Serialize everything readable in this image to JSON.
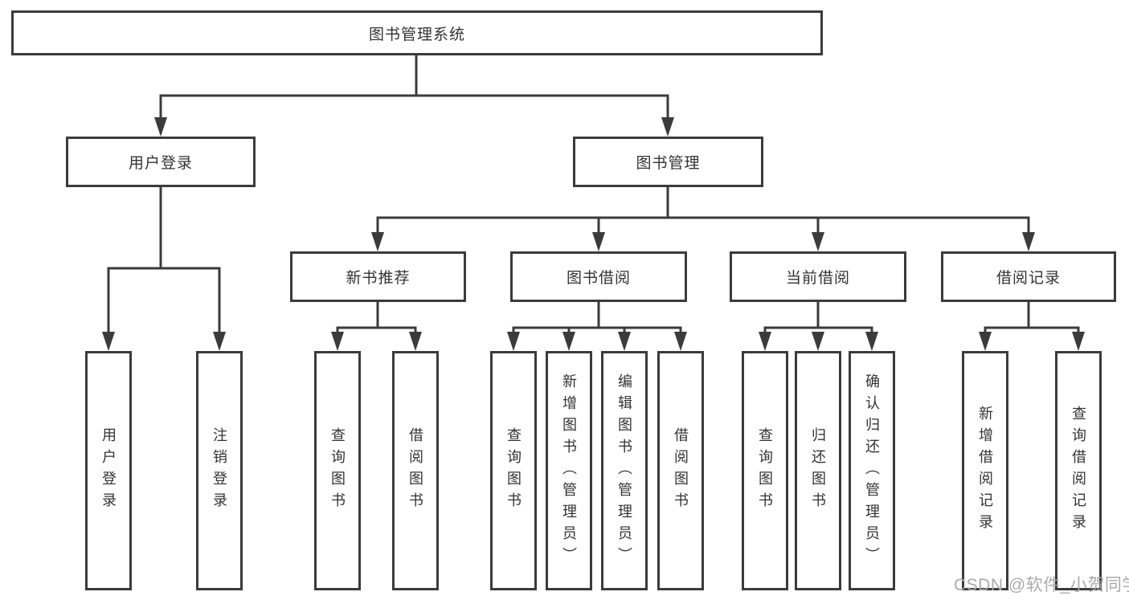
{
  "diagram": {
    "root": {
      "label": "图书管理系统"
    },
    "level2": [
      {
        "id": "user-login",
        "label": "用户登录"
      },
      {
        "id": "book-management",
        "label": "图书管理"
      }
    ],
    "level3": [
      {
        "id": "new-book-recommend",
        "label": "新书推荐"
      },
      {
        "id": "book-borrow",
        "label": "图书借阅"
      },
      {
        "id": "current-borrow",
        "label": "当前借阅"
      },
      {
        "id": "borrow-records",
        "label": "借阅记录"
      }
    ],
    "leaves": [
      {
        "id": "user-login-action",
        "label": "用户登录"
      },
      {
        "id": "logout-action",
        "label": "注销登录"
      },
      {
        "id": "recommend-query-books",
        "label": "查询图书"
      },
      {
        "id": "recommend-borrow-books",
        "label": "借阅图书"
      },
      {
        "id": "borrow-query-books",
        "label": "查询图书"
      },
      {
        "id": "borrow-add-books-admin",
        "label": "新增图书（管理员）"
      },
      {
        "id": "borrow-edit-books-admin",
        "label": "编辑图书（管理员）"
      },
      {
        "id": "borrow-borrow-books",
        "label": "借阅图书"
      },
      {
        "id": "current-query-books",
        "label": "查询图书"
      },
      {
        "id": "current-return-books",
        "label": "归还图书"
      },
      {
        "id": "current-confirm-return-admin",
        "label": "确认归还（管理员）"
      },
      {
        "id": "records-add-record",
        "label": "新增借阅记录"
      },
      {
        "id": "records-query-record",
        "label": "查询借阅记录"
      }
    ],
    "watermark": "CSDN @软件_小贺同学",
    "colors": {
      "line": "#3b3b3b",
      "text": "#333333",
      "watermark": "#ababab",
      "background": "#ffffff"
    }
  }
}
